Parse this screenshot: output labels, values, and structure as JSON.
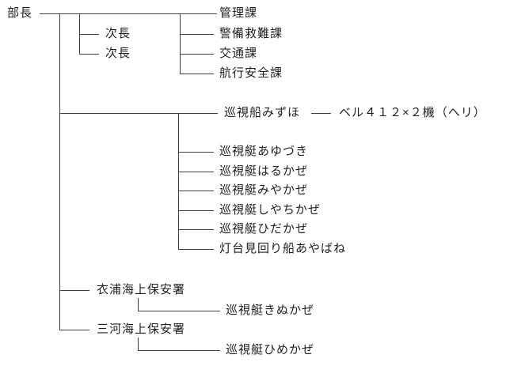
{
  "chart": {
    "type": "org-tree",
    "background": "#ffffff",
    "line_color": "#404040",
    "text_color": "#1f1f1f",
    "root": {
      "label": "部長"
    },
    "deputies": [
      {
        "label": "次長"
      },
      {
        "label": "次長"
      }
    ],
    "sections": [
      {
        "label": "管理課"
      },
      {
        "label": "警備救難課"
      },
      {
        "label": "交通課"
      },
      {
        "label": "航行安全課"
      }
    ],
    "patrol_vessel": {
      "label": "巡視船みずほ",
      "attachment": "ベル４１２×２機（ヘリ）"
    },
    "boats": [
      {
        "label": "巡視艇あゆづき"
      },
      {
        "label": "巡視艇はるかぜ"
      },
      {
        "label": "巡視艇みやかぜ"
      },
      {
        "label": "巡視艇しやちかぜ"
      },
      {
        "label": "巡視艇ひだかぜ"
      },
      {
        "label": "灯台見回り船あやばね"
      }
    ],
    "stations": [
      {
        "label": "衣浦海上保安署",
        "boat": "巡視艇きぬかぜ"
      },
      {
        "label": "三河海上保安署",
        "boat": "巡視艇ひめかぜ"
      }
    ]
  }
}
